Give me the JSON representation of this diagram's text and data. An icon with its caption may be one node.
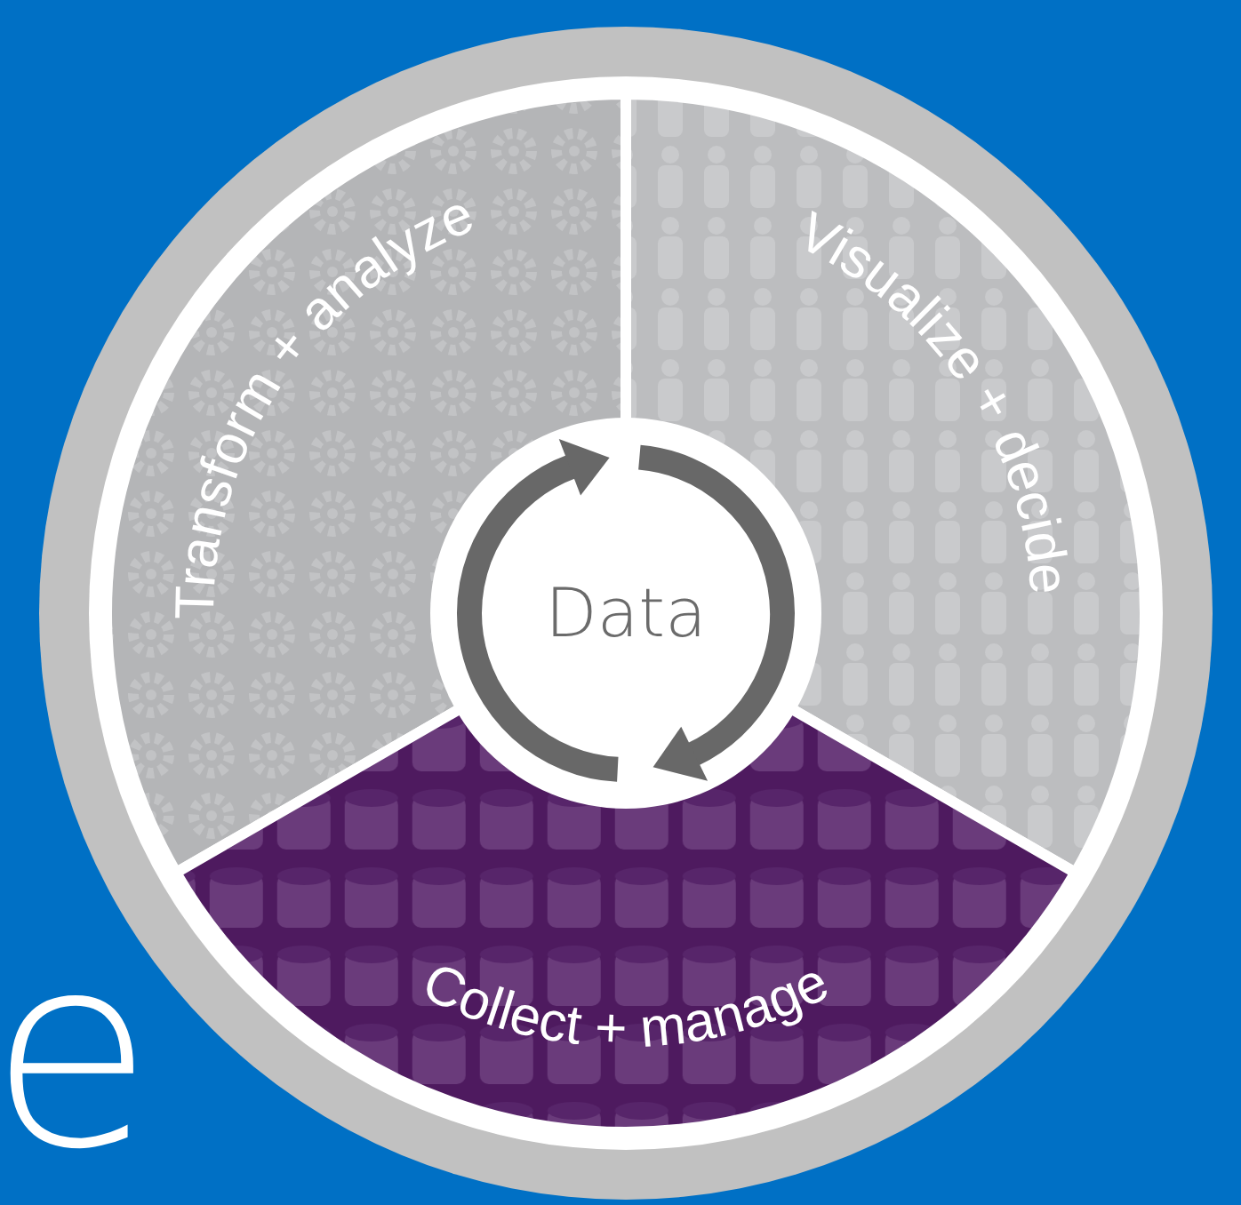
{
  "diagram": {
    "nodes": [
      {
        "text": [
          "Data"
        ]
      },
      {
        "text": [
          "Transform + analyze"
        ]
      },
      {
        "text": [
          "Visualize + decide"
        ]
      },
      {
        "text": [
          "Collect + manage"
        ]
      }
    ],
    "labels": [
      "e"
    ]
  }
}
